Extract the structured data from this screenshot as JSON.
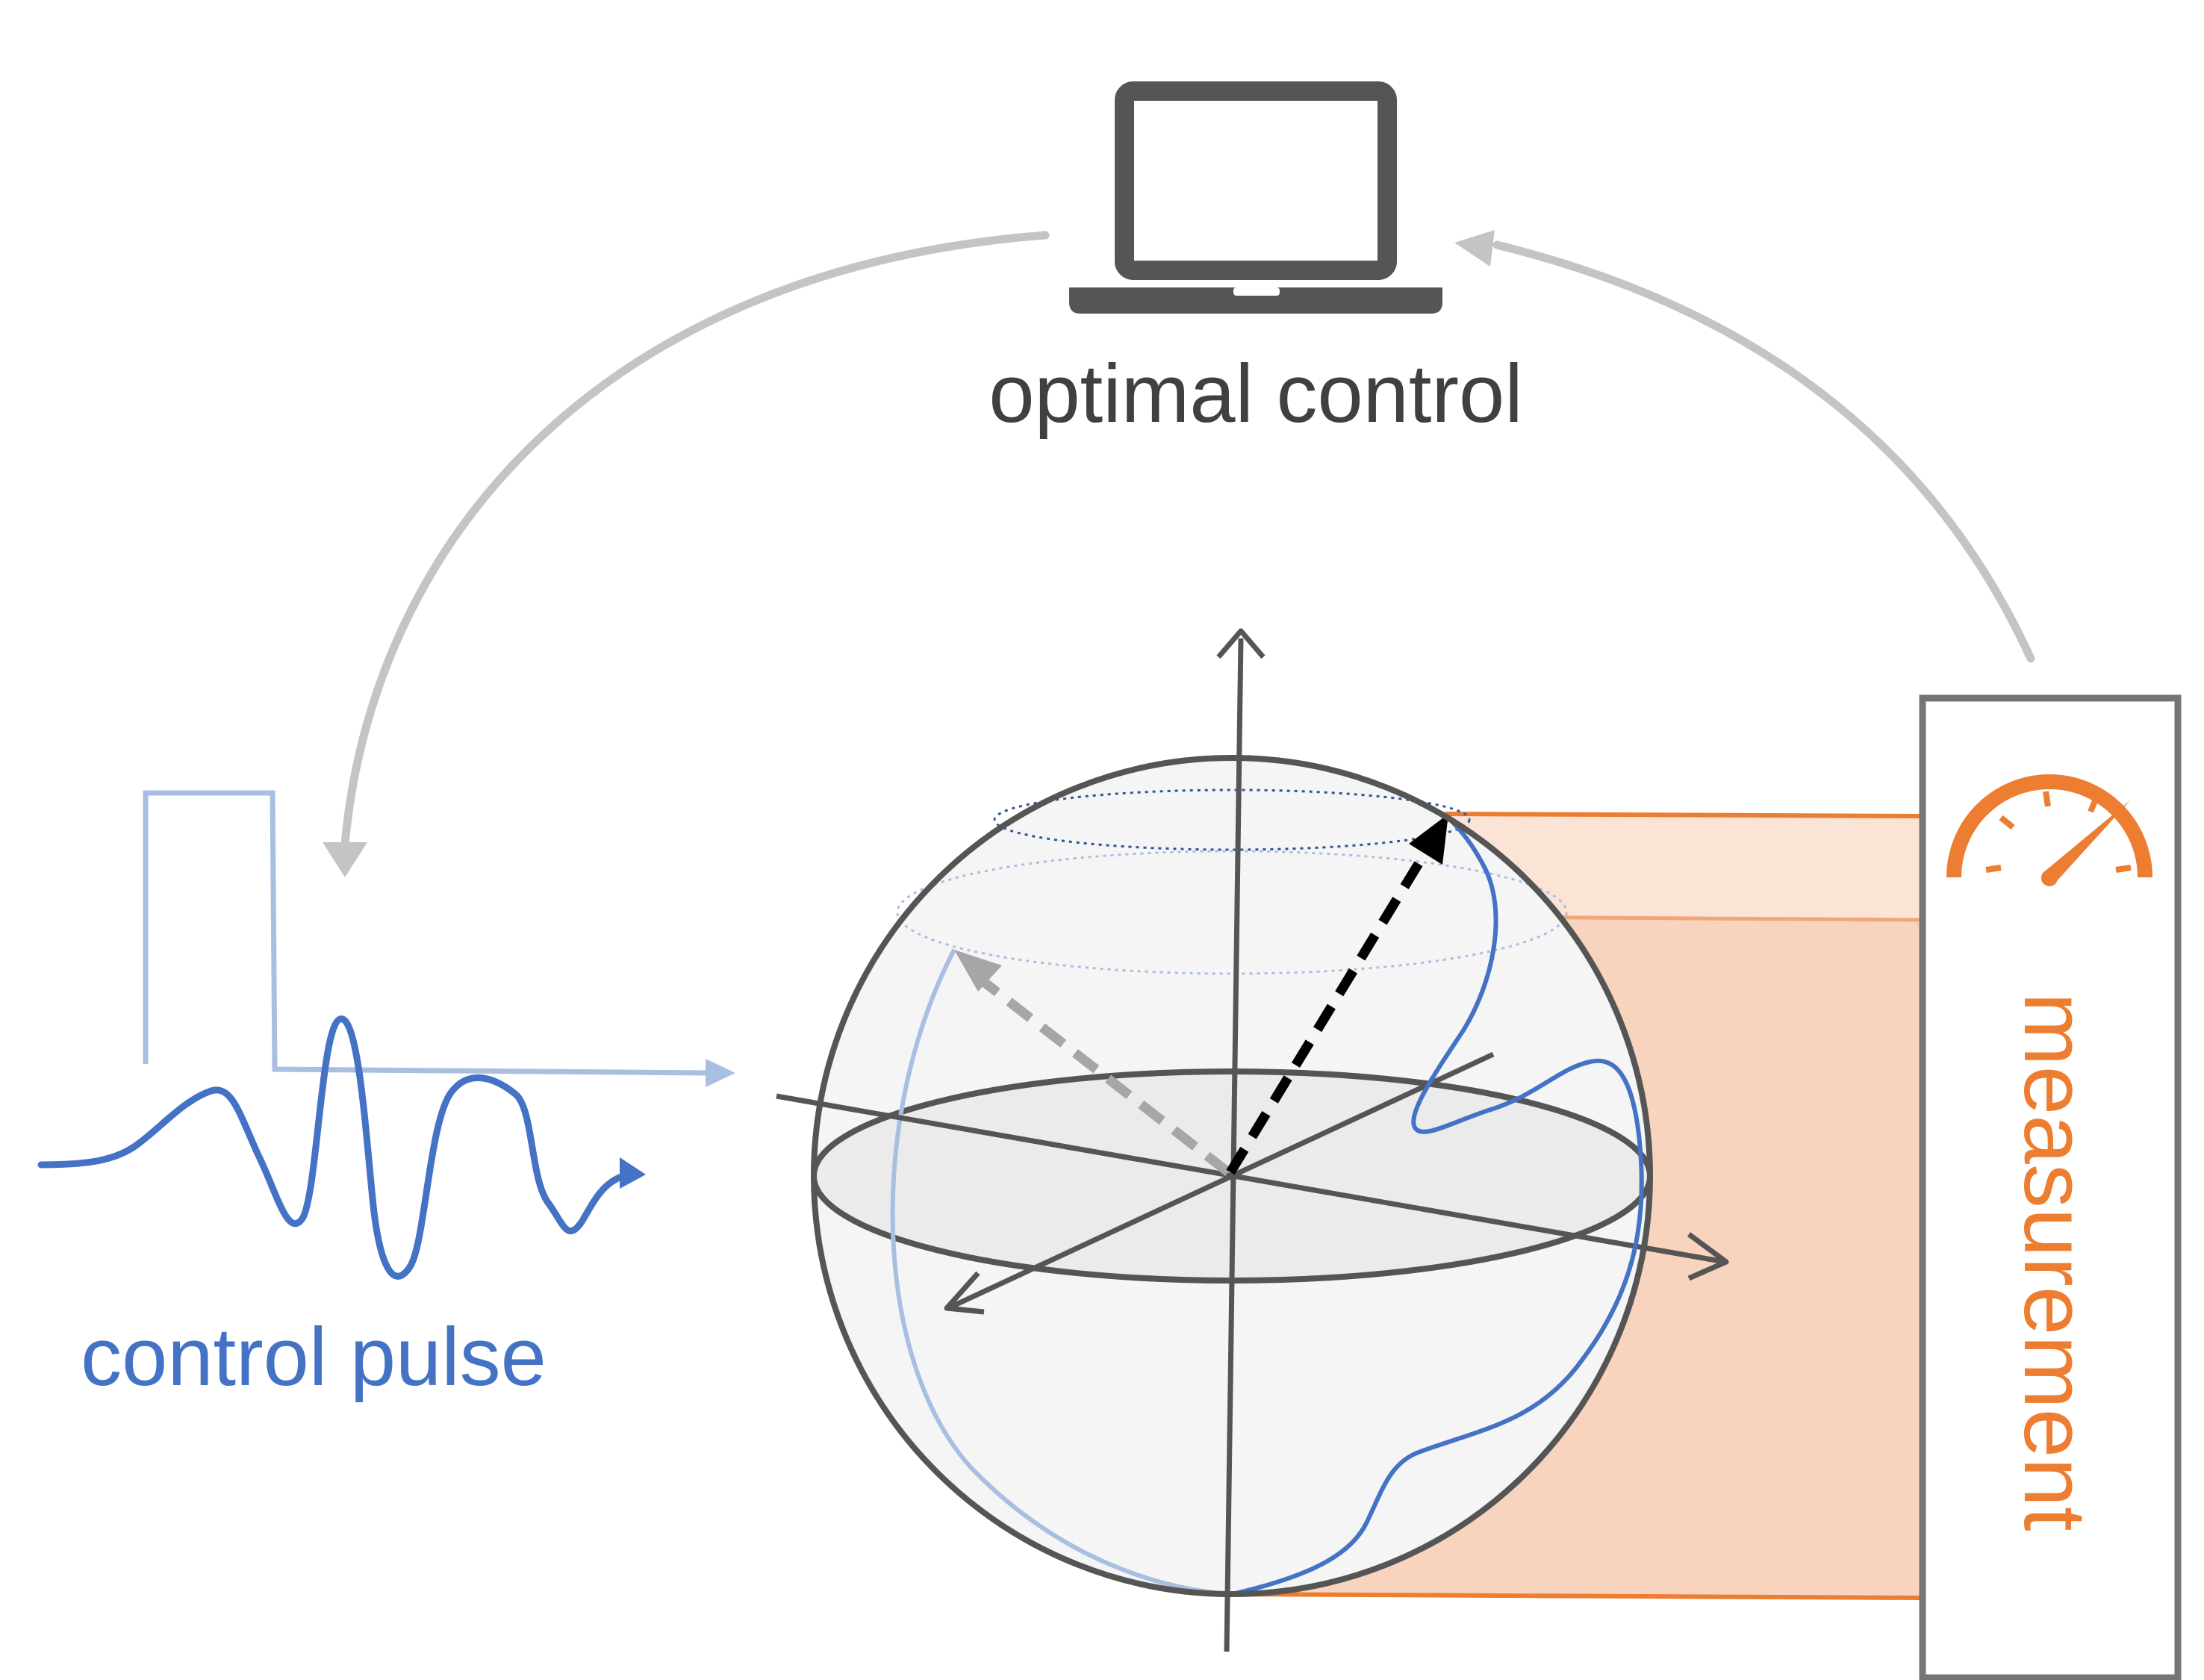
{
  "labels": {
    "optimal_control": "optimal control",
    "control_pulse": "control pulse",
    "measurement": "measurement"
  },
  "icons": {
    "computer": "laptop-icon",
    "meter": "gauge-icon"
  },
  "colors": {
    "dark_gray": "#555555",
    "light_gray": "#c4c4c4",
    "pulse_blue": "#4472c4",
    "pulse_light_blue": "#a8bfe2",
    "measure_orange": "#ed7d31",
    "measure_band": "#f9dac8",
    "sphere_fill": "#f5f5f5",
    "equator_fill": "#ebebeb",
    "frame_gray": "#757575"
  }
}
